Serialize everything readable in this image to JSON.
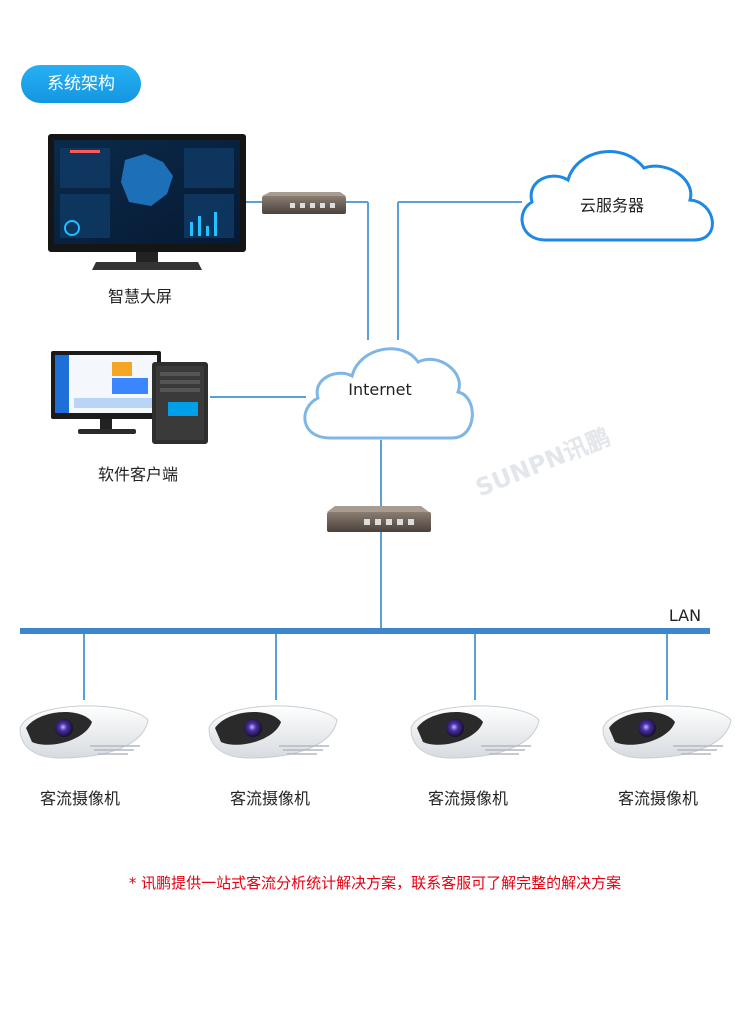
{
  "header": {
    "title": "系统架构"
  },
  "nodes": {
    "big_screen": "智慧大屏",
    "software_client": "软件客户端",
    "cloud_server": "云服务器",
    "internet": "Internet",
    "lan": "LAN",
    "cameras": [
      "客流摄像机",
      "客流摄像机",
      "客流摄像机",
      "客流摄像机"
    ]
  },
  "watermark": "SUNPN讯鹏",
  "footer": {
    "note": "* 讯鹏提供一站式客流分析统计解决方案，联系客服可了解完整的解决方案"
  },
  "colors": {
    "accent": "#1a9be6",
    "line": "#5a9fd6",
    "cloud_stroke": "#1e88e5",
    "note": "#e60012"
  }
}
